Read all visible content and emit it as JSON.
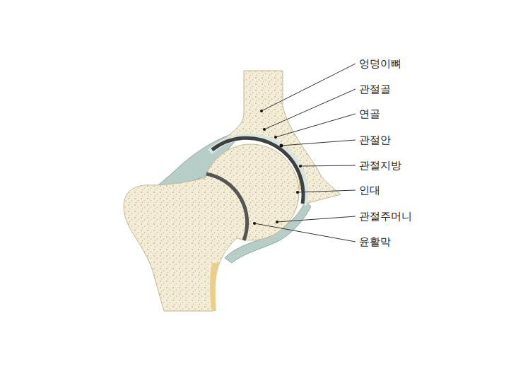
{
  "diagram": {
    "labels": [
      "엉덩이뼈",
      "관절골",
      "연골",
      "관절안",
      "관절지방",
      "인대",
      "관절주머니",
      "윤활막"
    ]
  }
}
